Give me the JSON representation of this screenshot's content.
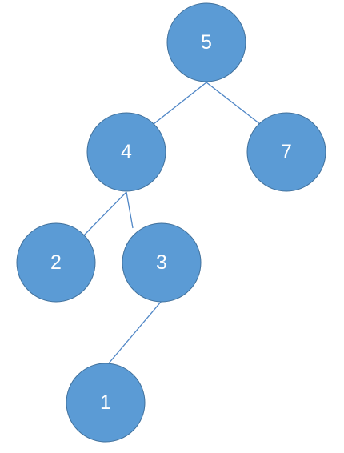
{
  "tree": {
    "nodes": [
      {
        "id": "n5",
        "label": "5"
      },
      {
        "id": "n4",
        "label": "4"
      },
      {
        "id": "n7",
        "label": "7"
      },
      {
        "id": "n2",
        "label": "2"
      },
      {
        "id": "n3",
        "label": "3"
      },
      {
        "id": "n1",
        "label": "1"
      }
    ],
    "edges": [
      {
        "from": "n5",
        "to": "n4"
      },
      {
        "from": "n5",
        "to": "n7"
      },
      {
        "from": "n4",
        "to": "n2"
      },
      {
        "from": "n4",
        "to": "n3"
      },
      {
        "from": "n3",
        "to": "n1"
      }
    ],
    "colors": {
      "node_fill": "#5b9bd5",
      "node_border": "#41719c",
      "edge": "#4f86c6",
      "label": "#ffffff"
    }
  }
}
